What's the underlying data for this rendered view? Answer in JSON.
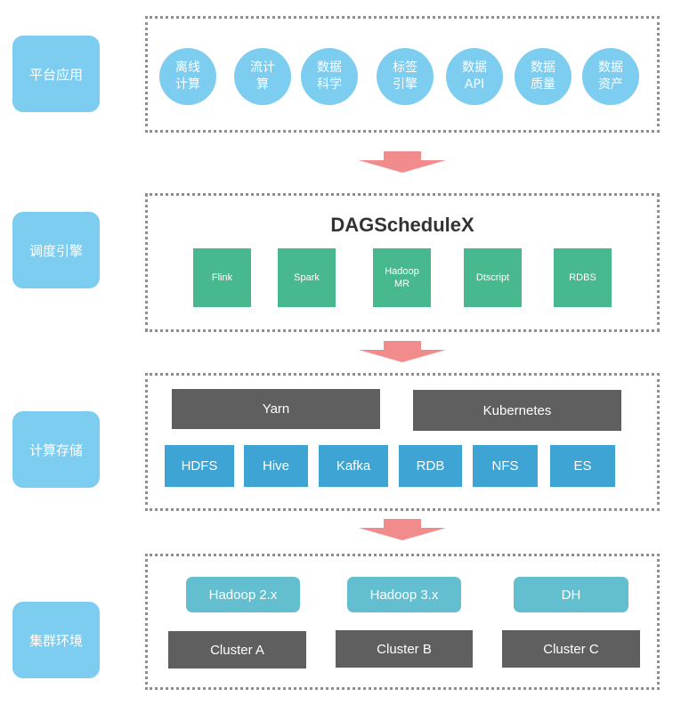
{
  "layers": {
    "platform": "平台应用",
    "schedule": "调度引擎",
    "storage": "计算存储",
    "cluster": "集群环境"
  },
  "apps": [
    {
      "line1": "离线",
      "line2": "计算"
    },
    {
      "line1": "流计",
      "line2": "算"
    },
    {
      "line1": "数据",
      "line2": "科学"
    },
    {
      "line1": "标签",
      "line2": "引擎"
    },
    {
      "line1": "数据",
      "line2": "API"
    },
    {
      "line1": "数据",
      "line2": "质量"
    },
    {
      "line1": "数据",
      "line2": "资产"
    }
  ],
  "schedule": {
    "title": "DAGScheduleX",
    "engines": [
      {
        "line1": "Flink",
        "line2": ""
      },
      {
        "line1": "Spark",
        "line2": ""
      },
      {
        "line1": "Hadoop",
        "line2": "MR"
      },
      {
        "line1": "Dtscript",
        "line2": ""
      },
      {
        "line1": "RDBS",
        "line2": ""
      }
    ]
  },
  "compute": {
    "resource_managers": [
      "Yarn",
      "Kubernetes"
    ],
    "stores": [
      "HDFS",
      "Hive",
      "Kafka",
      "RDB",
      "NFS",
      "ES"
    ]
  },
  "clusters": {
    "versions": [
      "Hadoop 2.x",
      "Hadoop 3.x",
      "DH"
    ],
    "names": [
      "Cluster A",
      "Cluster B",
      "Cluster C"
    ]
  },
  "colors": {
    "layer_label": "#7ccdf0",
    "bubble": "#7ccdf0",
    "engine": "#48b88f",
    "dark_bar": "#5f5f5f",
    "storage": "#3da4d4",
    "cluster_pill": "#63bfd0",
    "arrow": "#f28b8b"
  }
}
